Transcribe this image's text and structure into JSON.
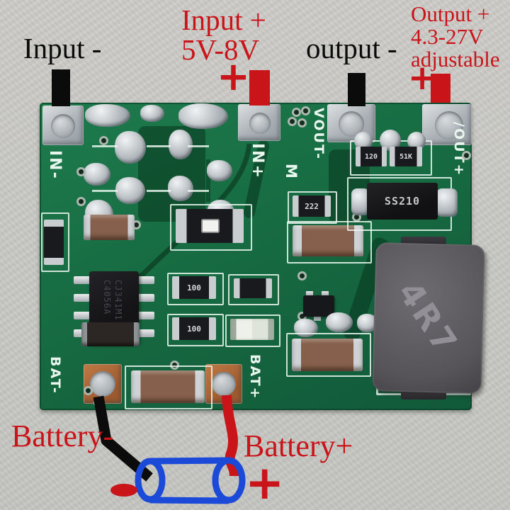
{
  "colors": {
    "background": "#c8c8c4",
    "annotation_red": "#c9141a",
    "annotation_black": "#0b0b0b",
    "board_green": "#176b42",
    "silkscreen_white": "#e9f6ee",
    "battery_blue": "#1b49d8"
  },
  "annotations": {
    "input_minus": {
      "label": "Input -"
    },
    "input_plus": {
      "line1": "Input +",
      "line2": "5V-8V",
      "plus": "+"
    },
    "output_minus": {
      "label": "output -"
    },
    "output_plus": {
      "line1": "Output +",
      "line2": "4.3-27V",
      "line3": "adjustable",
      "plus": "+"
    },
    "battery_minus": {
      "label": "Battery-"
    },
    "battery_plus": {
      "label": "Battery+",
      "plus": "+"
    }
  },
  "silkscreen": {
    "in_minus": "IN-",
    "in_plus": "IN+",
    "vout_minus": "VOUT-",
    "out_plus": "/OUT+",
    "bat_minus": "BAT-",
    "bat_plus": "BAT+",
    "m_mark": "M"
  },
  "components": {
    "ic_line1": "C4056A",
    "ic_line2": "CJ341M1",
    "diode": "SS210",
    "inductor": "4R7",
    "res_222": "222",
    "res_100_top": "100",
    "res_100_bottom": "100",
    "res_adj_left": "120",
    "res_adj_right": "51K"
  }
}
